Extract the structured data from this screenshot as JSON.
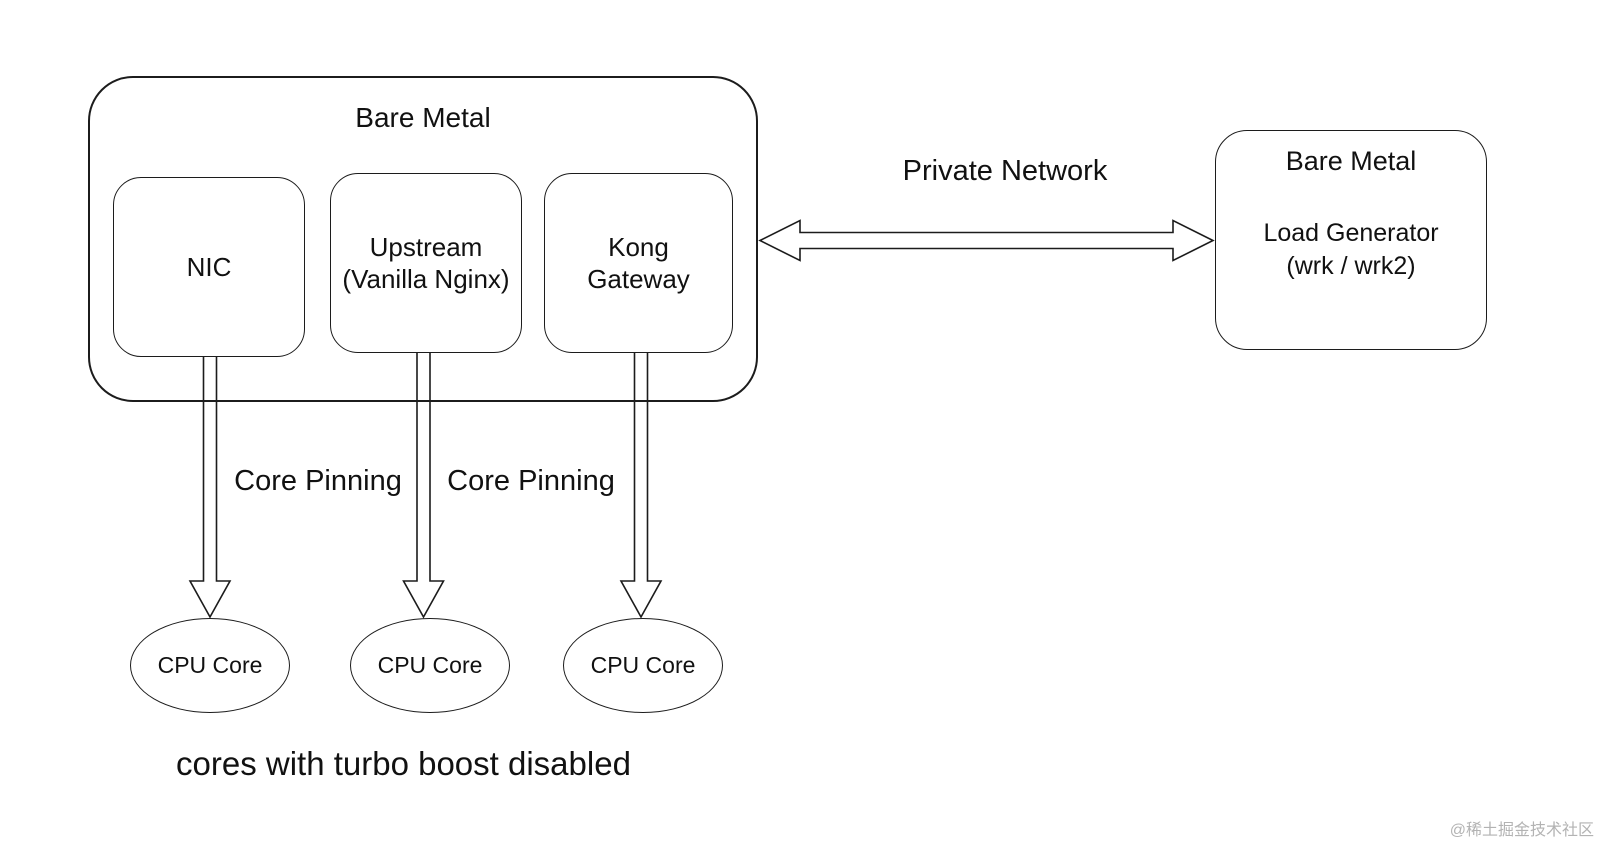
{
  "diagram": {
    "bare_metal_left": {
      "title": "Bare Metal",
      "components": [
        {
          "label": "NIC",
          "sublabel": ""
        },
        {
          "label": "Upstream",
          "sublabel": "(Vanilla Nginx)"
        },
        {
          "label": "Kong",
          "sublabel": "Gateway"
        }
      ]
    },
    "bare_metal_right": {
      "title": "Bare Metal",
      "lines": [
        "Load Generator",
        "(wrk / wrk2)"
      ]
    },
    "network_label": "Private Network",
    "core_pinning_labels": [
      "Core Pinning",
      "Core Pinning"
    ],
    "cpu_cores": [
      "CPU Core",
      "CPU Core",
      "CPU Core"
    ],
    "footnote": "cores with turbo boost disabled",
    "watermark": "@稀土掘金技术社区",
    "colors": {
      "stroke": "#1c1c1c",
      "background": "#ffffff",
      "text": "#111111",
      "watermark": "#b3b3b3"
    }
  }
}
